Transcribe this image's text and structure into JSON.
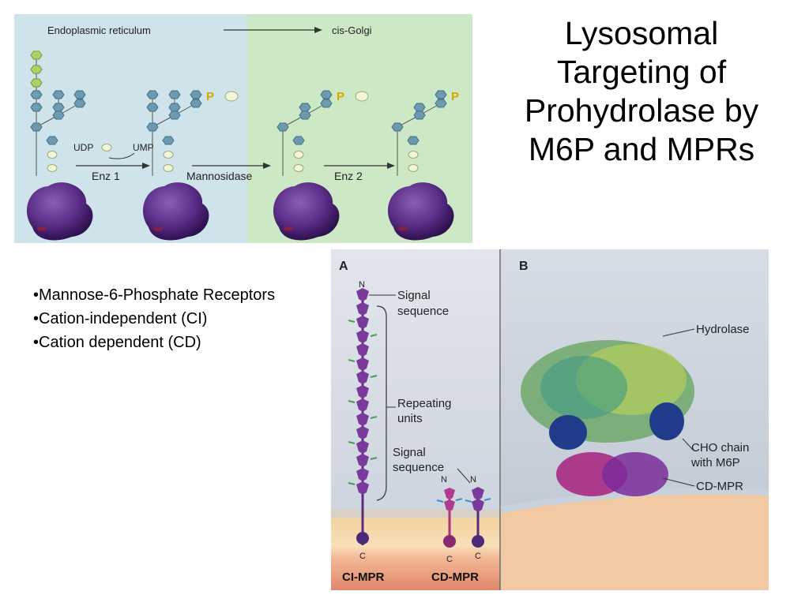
{
  "title": [
    "Lysosomal",
    "Targeting of",
    "Prohydrolase by",
    "M6P and MPRs"
  ],
  "bullets": [
    "•Mannose-6-Phosphate Receptors",
    "•Cation-independent (CI)",
    "•Cation dependent (CD)"
  ],
  "top_figure": {
    "header_left": "Endoplasmic reticulum",
    "header_right": "cis-Golgi",
    "udp": "UDP",
    "ump": "UMP",
    "enz1": "Enz 1",
    "mannosidase": "Mannosidase",
    "enz2": "Enz 2",
    "phosphate": "P",
    "colors": {
      "er_bg": "#cfe3ea",
      "golgi_bg": "#cce8c4",
      "protein": "#5a2d86",
      "mannose": "#6e9ab0",
      "glcnac": "#f2f6d9",
      "phosphate": "#f0c419"
    }
  },
  "bottom_figure": {
    "panel_a": "A",
    "panel_b": "B",
    "n1": "N",
    "n2": "N",
    "n3": "N",
    "c1": "C",
    "c2": "C",
    "c3": "C",
    "signal_sequence_1": [
      "Signal",
      "sequence"
    ],
    "repeating_units": [
      "Repeating",
      "units"
    ],
    "signal_sequence_2": [
      "Signal",
      "sequence"
    ],
    "ci_mpr": "CI-MPR",
    "cd_mpr": "CD-MPR",
    "hydrolase": "Hydrolase",
    "cho_chain": [
      "CHO chain",
      "with M6P"
    ],
    "cd_mpr_b": "CD-MPR"
  }
}
